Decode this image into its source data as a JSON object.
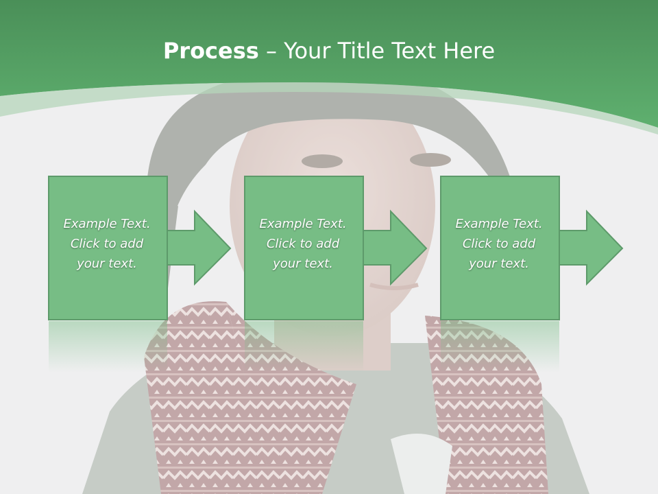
{
  "slide": {
    "title": {
      "bold": "Process",
      "rest": " – Your Title Text Here"
    },
    "steps": [
      {
        "lines": [
          "Example Text.",
          "Click  to add",
          "your text."
        ]
      },
      {
        "lines": [
          "Example Text.",
          "Click  to add",
          "your text."
        ]
      },
      {
        "lines": [
          "Example Text.",
          "Click  to add",
          "your text."
        ]
      }
    ],
    "colors": {
      "header_green": "#4f9c5f",
      "box_green": "#77bd85",
      "box_border": "#5d9a6a",
      "background": "#eeeeef"
    }
  }
}
